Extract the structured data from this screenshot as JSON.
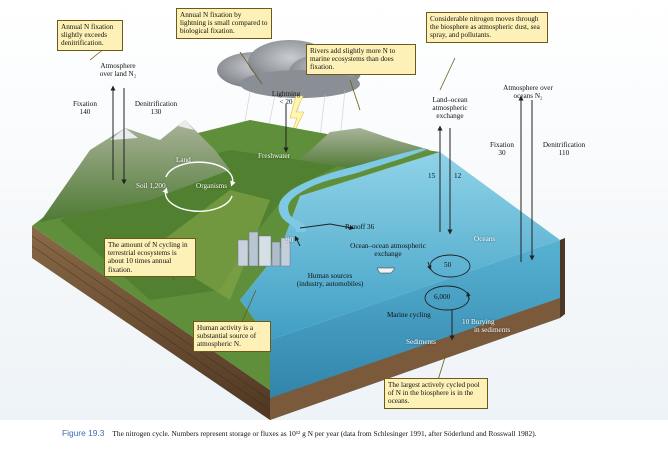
{
  "callouts": {
    "annual_fixation_land": "Annual N fixation slightly exceeds denitrification.",
    "lightning_small": "Annual N fixation by lightning is small compared to biological fixation.",
    "rivers_add": "Rivers add slightly more N to marine ecosystems than does fixation.",
    "considerable_moves": "Considerable nitrogen moves through the biosphere as atmospheric dust, sea spray, and pollutants.",
    "amount_cycling": "The amount of N cycling in terrestrial ecosystems is about 10 times annual fixation.",
    "human_activity": "Human activity is a substantial source of atmospheric N.",
    "largest_pool": "The largest actively cycled pool of N in the biosphere is in the oceans."
  },
  "labels": {
    "atm_land": "Atmosphere",
    "atm_land_2": "over land N₂",
    "fixation_land": "Fixation",
    "fixation_land_val": "140",
    "denit_land": "Denitrification",
    "denit_land_val": "130",
    "lightning": "Lightning",
    "lightning_val": "< 20",
    "land_ocean_1": "Land–ocean",
    "land_ocean_2": "atmospheric",
    "land_ocean_3": "exchange",
    "atm_ocean_1": "Atmosphere over",
    "atm_ocean_2": "oceans N₂",
    "fixation_ocean": "Fixation",
    "fixation_ocean_val": "30",
    "denit_ocean": "Denitrification",
    "denit_ocean_val": "110",
    "val_15": "15",
    "val_12": "12",
    "freshwater": "Freshwater",
    "land": "Land",
    "soil": "Soil 1,200",
    "organisms": "Organisms",
    "runoff": "Runoff 36",
    "oceans": "Oceans",
    "ocean_exchange_1": "Ocean–ocean atmospheric",
    "ocean_exchange_2": "exchange",
    "val_90": "90",
    "human_1": "Human sources",
    "human_2": "(industry, automobiles)",
    "val_50": "50",
    "val_6000": "6,000",
    "marine_cycling": "Marine cycling",
    "burying_1": "10  Burying",
    "burying_2": "in sediments",
    "sediments": "Sediments"
  },
  "caption": {
    "figure": "Figure 19.3",
    "text": "The nitrogen cycle. Numbers represent storage or fluxes as 10¹² g N per year (data from Schlesinger 1991, after Söderlund and Rosswall 1982)."
  },
  "colors": {
    "callout_fill": "#fdf1b8",
    "ocean": "#5fb9d6",
    "land_green": "#5f8f3a",
    "soil": "#7a5a3a",
    "caption_accent": "#3a6fb3"
  }
}
